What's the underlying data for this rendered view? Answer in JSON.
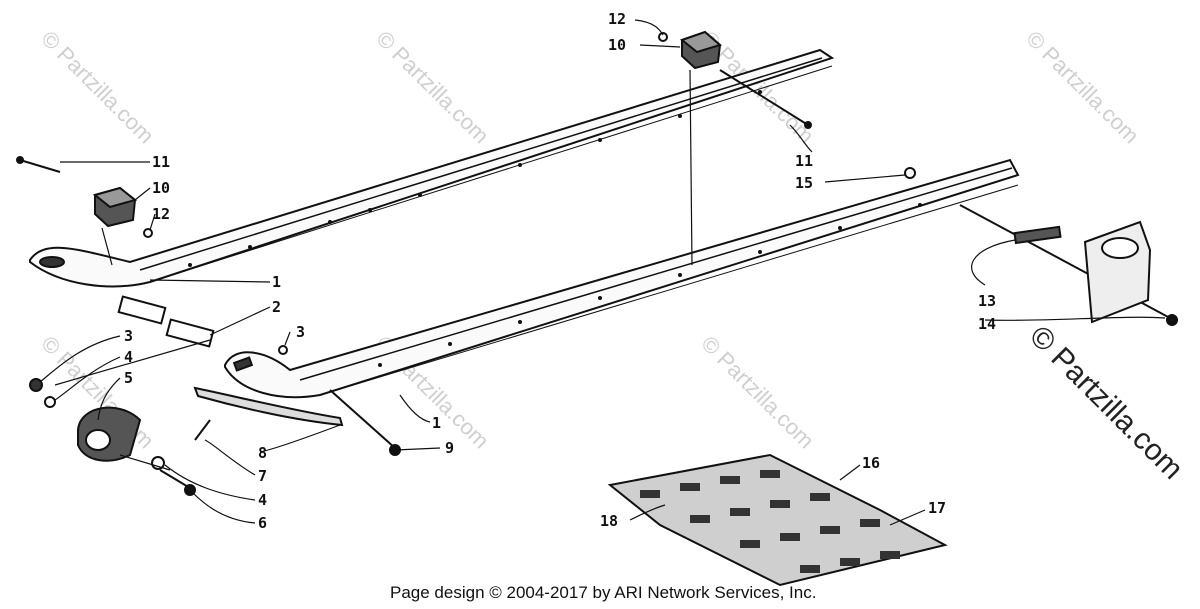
{
  "watermark": {
    "small": "© Partzilla.com",
    "large": "© Partzilla.com"
  },
  "callouts": [
    {
      "id": "c12a",
      "text": "12"
    },
    {
      "id": "c10a",
      "text": "10"
    },
    {
      "id": "c11a",
      "text": "11"
    },
    {
      "id": "c10b",
      "text": "10"
    },
    {
      "id": "c12b",
      "text": "12"
    },
    {
      "id": "c11b",
      "text": "11"
    },
    {
      "id": "c15",
      "text": "15"
    },
    {
      "id": "c1a",
      "text": "1"
    },
    {
      "id": "c2",
      "text": "2"
    },
    {
      "id": "c3a",
      "text": "3"
    },
    {
      "id": "c3b",
      "text": "3"
    },
    {
      "id": "c4a",
      "text": "4"
    },
    {
      "id": "c5",
      "text": "5"
    },
    {
      "id": "c1b",
      "text": "1"
    },
    {
      "id": "c9",
      "text": "9"
    },
    {
      "id": "c8",
      "text": "8"
    },
    {
      "id": "c7",
      "text": "7"
    },
    {
      "id": "c4b",
      "text": "4"
    },
    {
      "id": "c6",
      "text": "6"
    },
    {
      "id": "c13",
      "text": "13"
    },
    {
      "id": "c14",
      "text": "14"
    },
    {
      "id": "c16",
      "text": "16"
    },
    {
      "id": "c17",
      "text": "17"
    },
    {
      "id": "c18",
      "text": "18"
    }
  ],
  "footer": "Page design © 2004-2017 by ARI Network Services, Inc."
}
